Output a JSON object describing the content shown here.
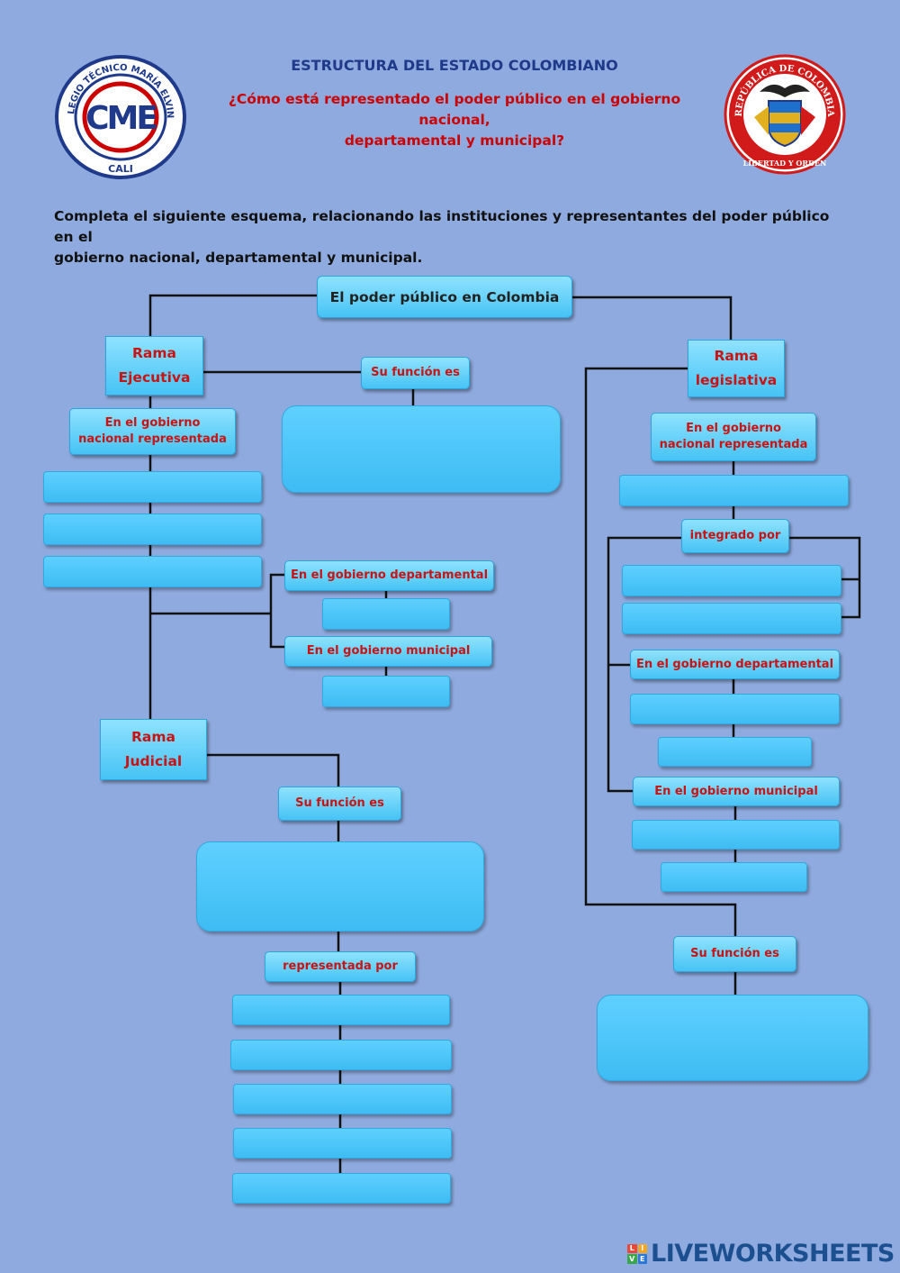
{
  "header": {
    "title": "ESTRUCTURA DEL ESTADO COLOMBIANO",
    "question_line1": "¿Cómo está representado el poder público en el gobierno nacional,",
    "question_line2": "departamental y municipal?"
  },
  "instructions": {
    "line1": "Completa el siguiente esquema, relacionando las instituciones y representantes del poder público en el",
    "line2": "gobierno nacional, departamental y municipal."
  },
  "logos": {
    "school": {
      "ring_text": "COLEGIO TÉCNICO MARÍA ELVINIA",
      "city": "CALI",
      "monogram": "CME",
      "colors": {
        "ring": "#1f3a8a",
        "accent": "#cc0000"
      }
    },
    "colombia": {
      "ring_text": "REPÚBLICA DE COLOMBIA",
      "motto": "LIBERTAD Y ORDEN",
      "colors": {
        "ring": "#d11a1a",
        "gold": "#e0b020"
      }
    }
  },
  "diagram": {
    "root": "El poder público en Colombia",
    "ejecutiva": {
      "name_line1": "Rama",
      "name_line2": "Ejecutiva",
      "funcion": "Su función es",
      "nacional_line1": "En el gobierno",
      "nacional_line2": "nacional representada",
      "departamental": "En el gobierno departamental",
      "municipal": "En el gobierno municipal"
    },
    "judicial": {
      "name_line1": "Rama",
      "name_line2": "Judicial",
      "funcion": "Su función es",
      "representada": "representada por"
    },
    "legislativa": {
      "name_line1": "Rama",
      "name_line2": "legislativa",
      "nacional_line1": "En el gobierno",
      "nacional_line2": "nacional representada",
      "integrado": "integrado por",
      "departamental": "En el gobierno departamental",
      "municipal": "En el gobierno municipal",
      "funcion": "Su función es"
    }
  },
  "colors": {
    "background": "#8eaade",
    "box": "#46c3f5",
    "label_text": "#c81414"
  },
  "watermark": {
    "text": "LIVEWORKSHEETS",
    "badge": [
      "L",
      "I",
      "V",
      "E"
    ]
  }
}
